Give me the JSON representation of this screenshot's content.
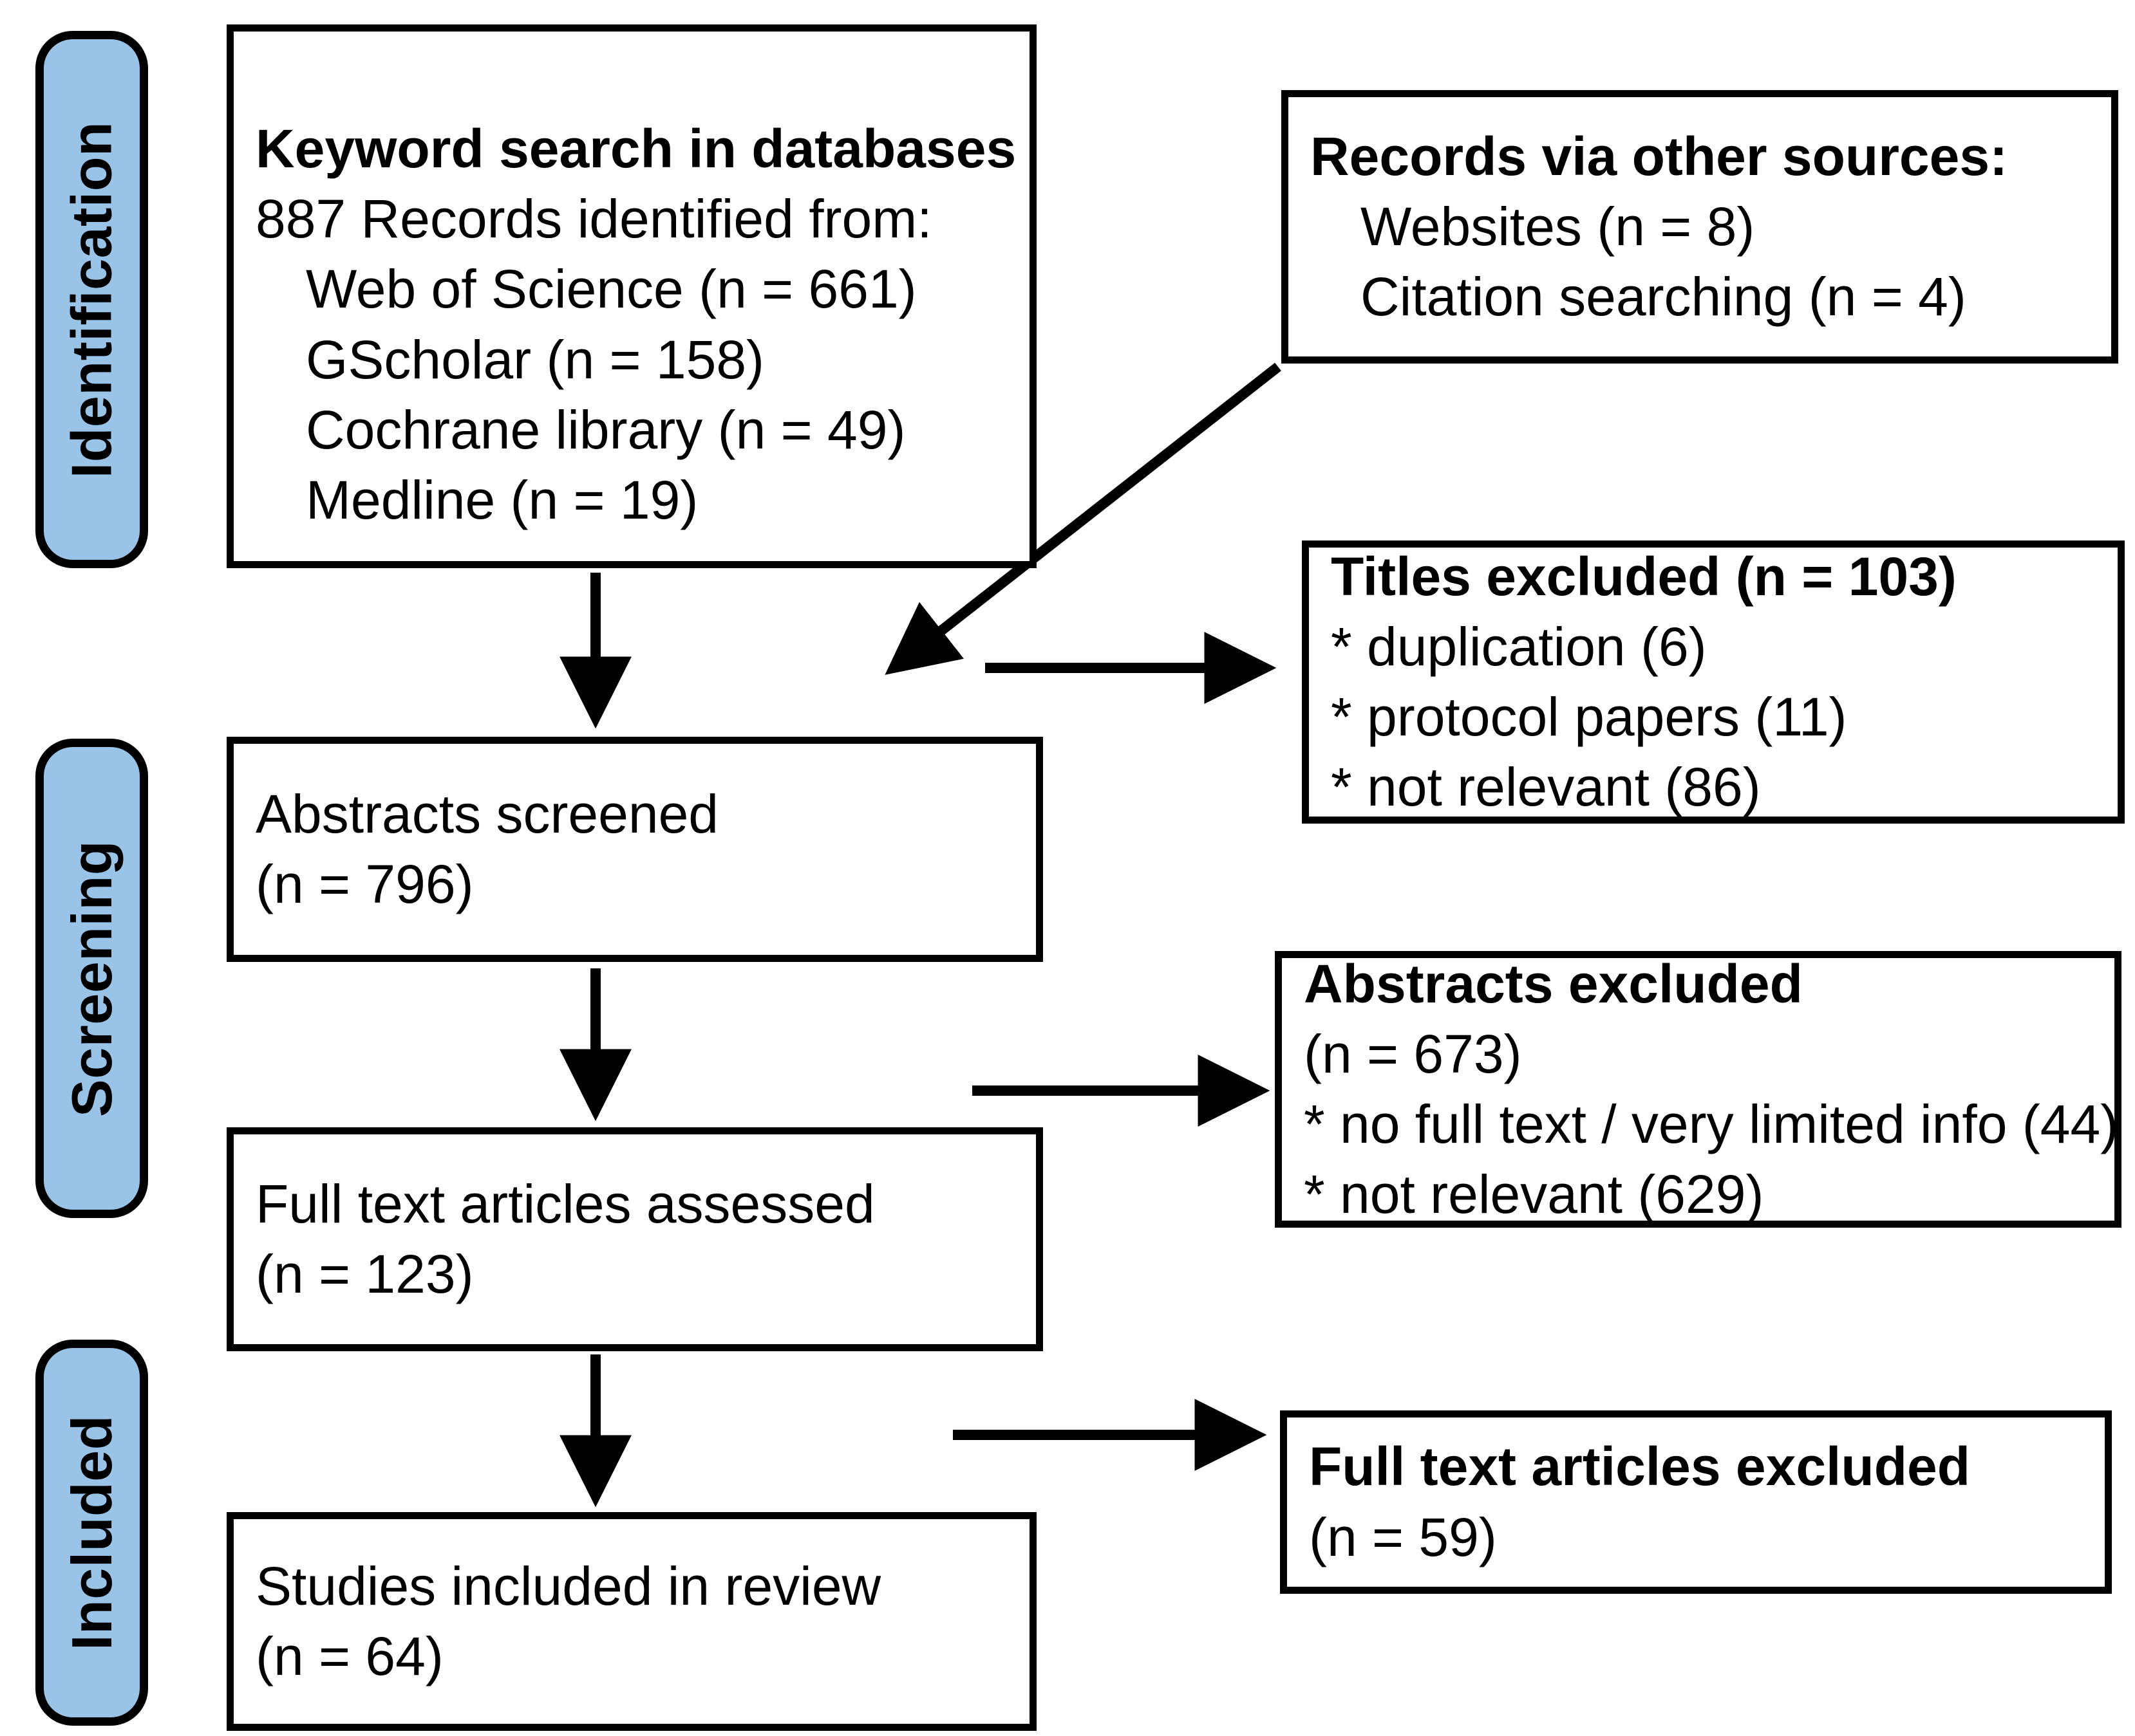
{
  "diagram": {
    "title": "PRISMA study selection flow diagram",
    "stages": [
      {
        "id": "identification",
        "label": "Identification"
      },
      {
        "id": "screening",
        "label": "Screening"
      },
      {
        "id": "included",
        "label": "Included"
      }
    ],
    "boxes": {
      "keyword_search": {
        "lines": [
          {
            "text": "Keyword search in databases",
            "bold": true,
            "indent": false
          },
          {
            "text": "887 Records identified from:",
            "bold": false,
            "indent": false
          },
          {
            "text": "Web of Science (n = 661)",
            "bold": false,
            "indent": true
          },
          {
            "text": "GScholar (n = 158)",
            "bold": false,
            "indent": true
          },
          {
            "text": "Cochrane library (n = 49)",
            "bold": false,
            "indent": true
          },
          {
            "text": "Medline (n = 19)",
            "bold": false,
            "indent": true
          }
        ]
      },
      "other_sources": {
        "lines": [
          {
            "text": "Records via other sources:",
            "bold": true,
            "indent": false
          },
          {
            "text": "Websites (n = 8)",
            "bold": false,
            "indent": true
          },
          {
            "text": "Citation searching (n = 4)",
            "bold": false,
            "indent": true
          }
        ]
      },
      "titles_excluded": {
        "lines": [
          {
            "text": "Titles excluded (n = 103)",
            "bold": true,
            "indent": false
          },
          {
            "text": "* duplication (6)",
            "bold": false,
            "indent": false
          },
          {
            "text": "* protocol papers (11)",
            "bold": false,
            "indent": false
          },
          {
            "text": "* not relevant (86)",
            "bold": false,
            "indent": false
          }
        ]
      },
      "abstracts_screened": {
        "lines": [
          {
            "text": "Abstracts screened",
            "bold": false,
            "indent": false
          },
          {
            "text": "(n = 796)",
            "bold": false,
            "indent": false
          }
        ]
      },
      "abstracts_excluded": {
        "lines": [
          {
            "text": "Abstracts excluded",
            "bold": true,
            "indent": false
          },
          {
            "text": "(n = 673)",
            "bold": false,
            "indent": false
          },
          {
            "text": "* no full text / very limited info (44)",
            "bold": false,
            "indent": false
          },
          {
            "text": "* not relevant (629)",
            "bold": false,
            "indent": false
          }
        ]
      },
      "fulltext_assessed": {
        "lines": [
          {
            "text": "Full text articles assessed",
            "bold": false,
            "indent": false
          },
          {
            "text": "(n = 123)",
            "bold": false,
            "indent": false
          }
        ]
      },
      "fulltext_excluded": {
        "lines": [
          {
            "text": "Full text articles excluded",
            "bold": true,
            "indent": false
          },
          {
            "text": "(n = 59)",
            "bold": false,
            "indent": false
          }
        ]
      },
      "studies_included": {
        "lines": [
          {
            "text": "Studies included in review",
            "bold": false,
            "indent": false
          },
          {
            "text": "(n = 64)",
            "bold": false,
            "indent": false
          }
        ]
      }
    },
    "colors": {
      "stage_fill": "#9AC3E8",
      "stroke": "#000000",
      "box_fill": "#FFFFFF"
    },
    "counts": {
      "records_identified_total": 887,
      "web_of_science": 661,
      "gscholar": 158,
      "cochrane_library": 49,
      "medline": 19,
      "websites": 8,
      "citation_searching": 4,
      "titles_excluded": 103,
      "titles_excluded_duplication": 6,
      "titles_excluded_protocol_papers": 11,
      "titles_excluded_not_relevant": 86,
      "abstracts_screened": 796,
      "abstracts_excluded": 673,
      "abstracts_excluded_no_full_text": 44,
      "abstracts_excluded_not_relevant": 629,
      "fulltext_assessed": 123,
      "fulltext_excluded": 59,
      "studies_included": 64
    },
    "connectors": [
      {
        "id": "keyword-to-abstracts",
        "kind": "vertical-arrow"
      },
      {
        "id": "other-sources-to-screening",
        "kind": "diagonal-arrow"
      },
      {
        "id": "screening-to-titles-excluded",
        "kind": "horizontal-arrow"
      },
      {
        "id": "abstracts-to-fulltext",
        "kind": "vertical-arrow"
      },
      {
        "id": "abstracts-to-abstracts-excluded",
        "kind": "horizontal-arrow"
      },
      {
        "id": "fulltext-to-studies",
        "kind": "vertical-arrow"
      },
      {
        "id": "fulltext-to-fulltext-excluded",
        "kind": "horizontal-arrow"
      }
    ]
  }
}
